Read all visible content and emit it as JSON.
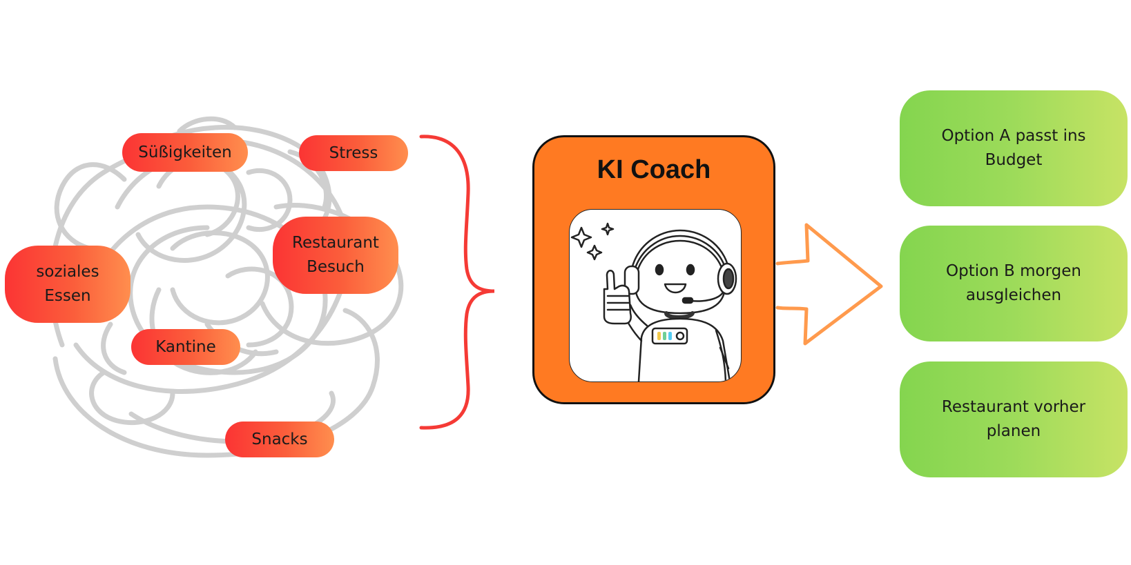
{
  "problems": [
    {
      "id": "suessigkeiten",
      "label": "Süßigkeiten"
    },
    {
      "id": "stress",
      "label": "Stress"
    },
    {
      "id": "restaurant-besuch",
      "label": "Restaurant\nBesuch"
    },
    {
      "id": "soziales-essen",
      "label": "soziales\nEssen"
    },
    {
      "id": "kantine",
      "label": "Kantine"
    },
    {
      "id": "snacks",
      "label": "Snacks"
    }
  ],
  "coach": {
    "title": "KI Coach"
  },
  "options": [
    {
      "id": "option-a",
      "label": "Option A passt ins Budget"
    },
    {
      "id": "option-b",
      "label": "Option B morgen ausgleichen"
    },
    {
      "id": "option-c",
      "label": "Restaurant vorher planen"
    }
  ],
  "colors": {
    "problem_start": "#fb3434",
    "problem_end": "#ff8e4e",
    "brace": "#f53a35",
    "coach_bg": "#ff7a22",
    "arrow": "#ff9a4d",
    "option_start": "#84d54f",
    "option_end": "#c7e365",
    "scribble": "#cfcfcf"
  },
  "icons": {
    "robot": "robot-headset-thumbs-up-icon",
    "sparkles": "sparkle-icon"
  }
}
